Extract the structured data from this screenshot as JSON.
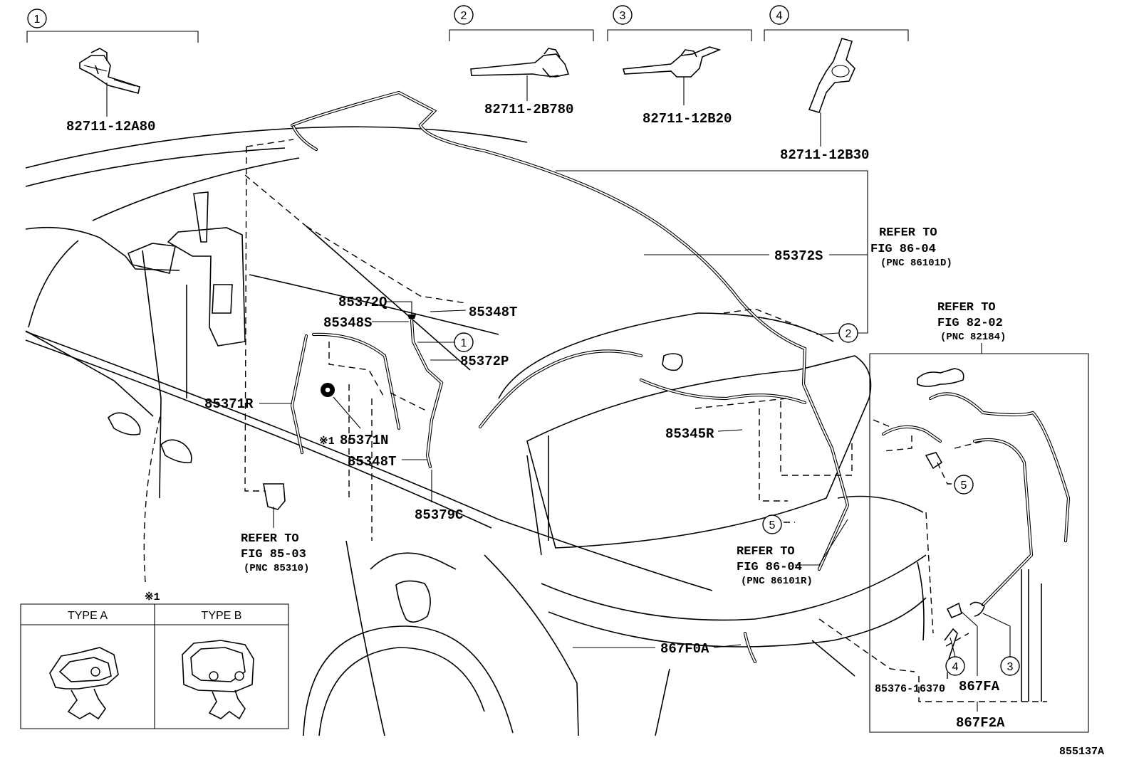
{
  "callouts": [
    {
      "id": "1",
      "part": "82711-12A80"
    },
    {
      "id": "2",
      "part": "82711-2B780"
    },
    {
      "id": "3",
      "part": "82711-12B20"
    },
    {
      "id": "4",
      "part": "82711-12B30"
    }
  ],
  "parts": {
    "p85372S": "85372S",
    "p85372Q": "85372Q",
    "p85348S": "85348S",
    "p85348T_upper": "85348T",
    "p85372P": "85372P",
    "p85371R": "85371R",
    "p85371N": "85371N",
    "p85348T_lower": "85348T",
    "p85379C": "85379C",
    "p85345R": "85345R",
    "p867F0A": "867F0A",
    "p85376": "85376-16370",
    "p867FA": "867FA",
    "p867F2A": "867F2A"
  },
  "note_mark": "※1",
  "references": {
    "ref_86101D": {
      "line1": "REFER TO",
      "line2": "FIG 86-04",
      "line3": "(PNC 86101D)"
    },
    "ref_82184": {
      "line1": "REFER TO",
      "line2": "FIG 82-02",
      "line3": "(PNC 82184)"
    },
    "ref_85310": {
      "line1": "REFER TO",
      "line2": "FIG 85-03",
      "line3": "(PNC 85310)"
    },
    "ref_86101R": {
      "line1": "REFER TO",
      "line2": "FIG 86-04",
      "line3": "(PNC 86101R)"
    }
  },
  "inset_circles": {
    "c5a": "5",
    "c5b": "5",
    "c4": "4",
    "c3": "3",
    "c2": "2",
    "c1": "1"
  },
  "type_table": {
    "note": "※1",
    "type_a": "TYPE A",
    "type_b": "TYPE B"
  },
  "caption": "855137A"
}
